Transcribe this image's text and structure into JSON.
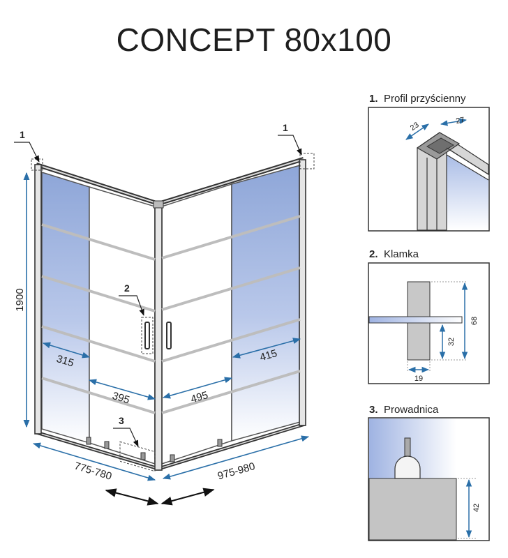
{
  "title": "CONCEPT 80x100",
  "main_view": {
    "callouts": [
      "1",
      "1",
      "2",
      "3"
    ],
    "dimensions": {
      "height": "1900",
      "left_panel": "315",
      "left_door": "395",
      "right_door": "495",
      "right_panel": "415",
      "width_left": "775-780",
      "width_right": "975-980"
    }
  },
  "details": [
    {
      "number": "1.",
      "label": "Profil przyścienny",
      "dims": [
        "23",
        "27"
      ]
    },
    {
      "number": "2.",
      "label": "Klamka",
      "dims": [
        "68",
        "32",
        "19"
      ]
    },
    {
      "number": "3.",
      "label": "Prowadnica",
      "dims": [
        "42"
      ]
    }
  ],
  "colors": {
    "line": "#333333",
    "dimension": "#2a6fa8",
    "glass": "#8ea6d8",
    "profile": "#c8c8c8"
  }
}
